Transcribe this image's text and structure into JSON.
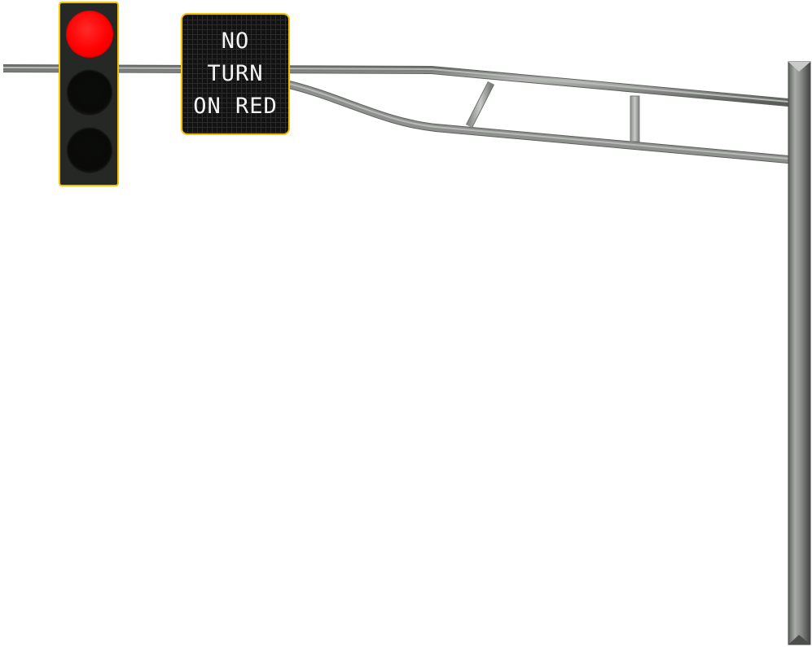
{
  "scene": {
    "description": "Overhead traffic signal mast arm with signal head and blank-out sign",
    "signal_head": {
      "lamps": [
        {
          "position": "top",
          "color": "red",
          "state": "on",
          "hex": "#ff0000"
        },
        {
          "position": "middle",
          "color": "yellow",
          "state": "off",
          "hex": "#0b0c0a"
        },
        {
          "position": "bottom",
          "color": "green",
          "state": "off",
          "hex": "#0b0c0a"
        }
      ],
      "housing_color": "#262826",
      "backplate_border_color": "#f2c200"
    },
    "sign": {
      "lines": [
        "NO",
        "TURN",
        "ON RED"
      ],
      "background": "#121212",
      "text_color": "#f4f4f4",
      "border_color": "#f2c200"
    },
    "mast_arm": {
      "color": "#8a8c8a"
    },
    "pole": {
      "color": "#8a8c8a"
    }
  }
}
